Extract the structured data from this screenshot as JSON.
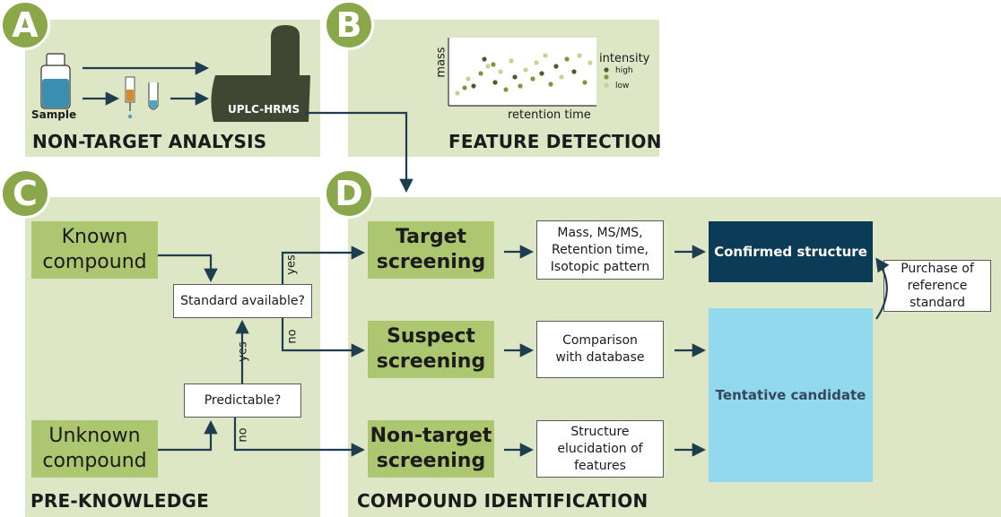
{
  "panels": {
    "a": {
      "badge": "A",
      "title": "NON-TARGET ANALYSIS"
    },
    "b": {
      "badge": "B",
      "title": "FEATURE DETECTION"
    },
    "c": {
      "badge": "C",
      "title": "PRE-KNOWLEDGE"
    },
    "d": {
      "badge": "D",
      "title": "COMPOUND IDENTIFICATION"
    }
  },
  "analysis": {
    "sample_label": "Sample",
    "instrument_label": "UPLC-HRMS"
  },
  "feature_plot": {
    "xlabel": "retention time",
    "ylabel": "mass",
    "legend_title": "intensity",
    "legend_items": [
      {
        "label": "high",
        "color": "#4f5a2a"
      },
      {
        "label": "",
        "color": "#7f9638"
      },
      {
        "label": "low",
        "color": "#c4d48e"
      }
    ]
  },
  "prior_knowledge": {
    "known_compound": "Known compound",
    "unknown_compound": "Unknown compound",
    "standard_available": "Standard available?",
    "predictable": "Predictable?",
    "yes": "yes",
    "no": "no"
  },
  "identification": {
    "target_screening": "Target screening",
    "suspect_screening": "Suspect screening",
    "nontarget_screening": "Non-target screening",
    "target_criteria": "Mass, MS/MS, Retention time, Isotopic pattern",
    "suspect_criteria": "Comparison with database",
    "nontarget_criteria": "Structure elucidation of features",
    "confirmed_structure": "Confirmed structure",
    "tentative_candidate": "Tentative candidate",
    "purchase_reference": "Purchase of reference standard"
  },
  "colors": {
    "panel_bg": "#dde6c5",
    "badge": "#8aa84a",
    "green_box": "#adc770",
    "confirmed": "#0b3b56",
    "tentative": "#92d8ef",
    "arrow": "#1e3d4f"
  }
}
